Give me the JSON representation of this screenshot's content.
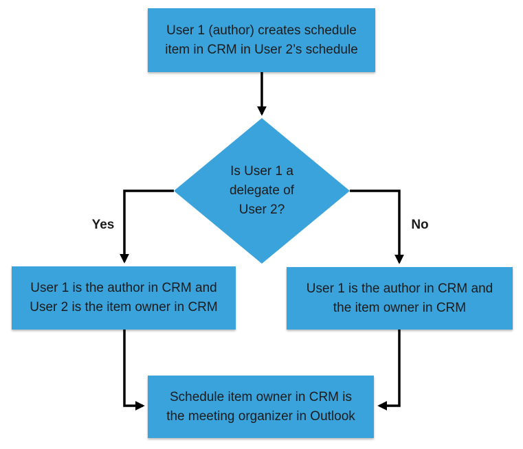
{
  "diagram": {
    "type": "flowchart",
    "colors": {
      "node_fill": "#3AA3DC",
      "node_text": "#1B1B1B",
      "connector": "#000000",
      "background": "#FFFFFF"
    },
    "nodes": {
      "start": {
        "lines": [
          "User 1 (author) creates schedule",
          "item in CRM in User 2’s schedule"
        ]
      },
      "decision": {
        "lines": [
          "Is User 1 a",
          "delegate of",
          "User 2?"
        ]
      },
      "yes_outcome": {
        "lines": [
          "User 1 is the author in CRM and",
          "User 2 is the item owner in CRM"
        ]
      },
      "no_outcome": {
        "lines": [
          "User 1 is the author in CRM and",
          "the item owner in CRM"
        ]
      },
      "end": {
        "lines": [
          "Schedule item owner in CRM is",
          "the meeting organizer in Outlook"
        ]
      }
    },
    "edge_labels": {
      "yes": "Yes",
      "no": "No"
    }
  }
}
